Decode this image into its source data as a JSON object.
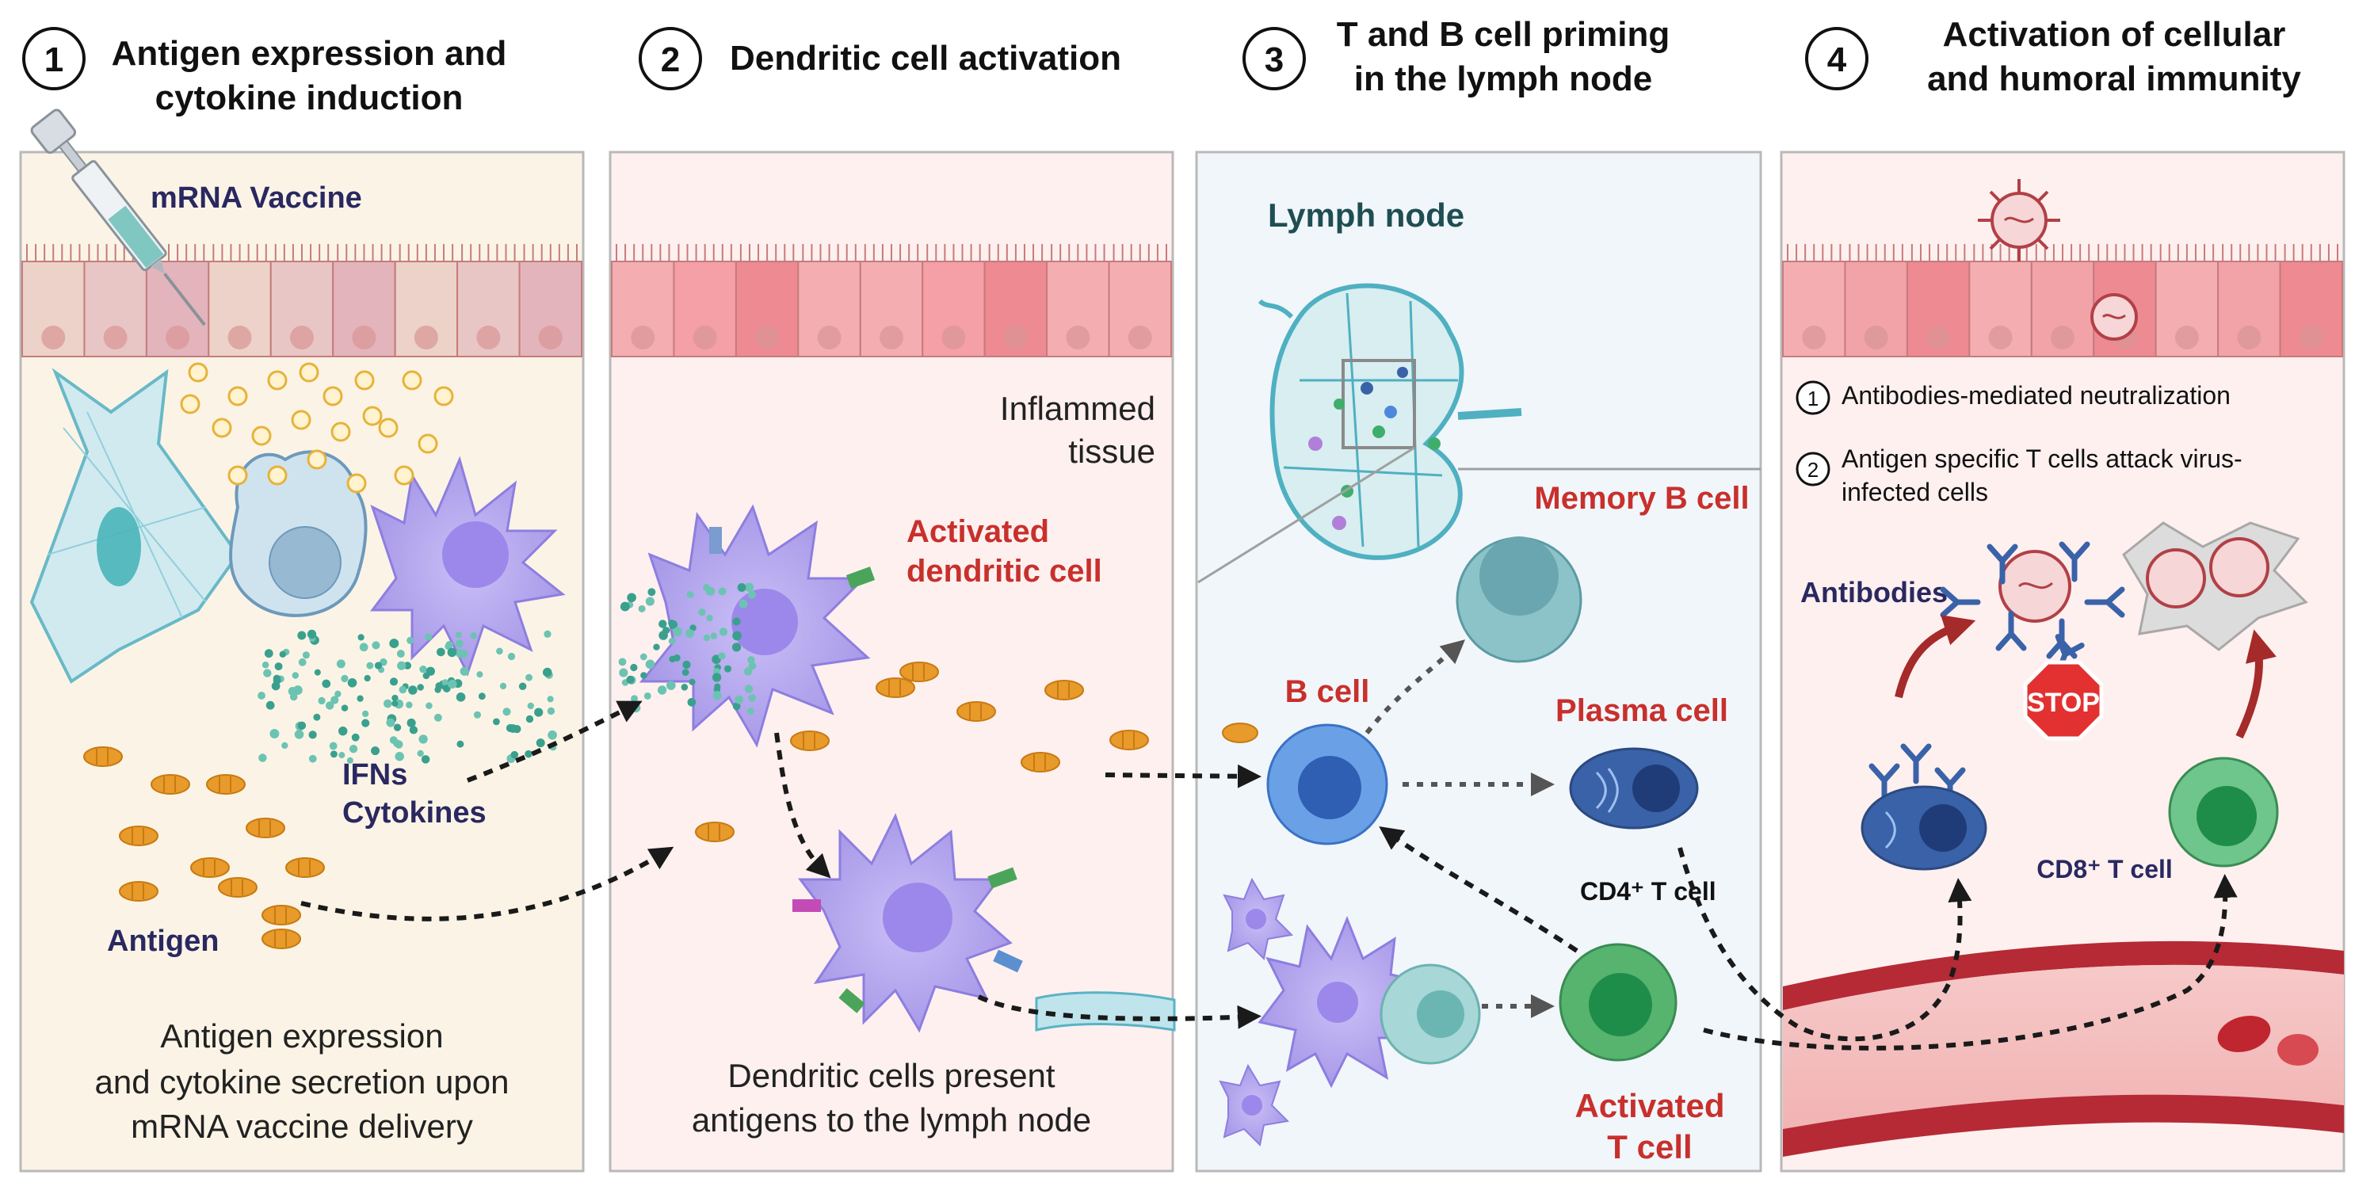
{
  "steps": [
    {
      "num": "1",
      "title": [
        "Antigen expression and",
        "cytokine induction"
      ]
    },
    {
      "num": "2",
      "title": [
        "Dendritic cell activation"
      ]
    },
    {
      "num": "3",
      "title": [
        "T and B cell priming",
        "in the lymph node"
      ]
    },
    {
      "num": "4",
      "title": [
        "Activation of cellular",
        "and humoral  immunity"
      ]
    }
  ],
  "panel1": {
    "vaccine_label": "mRNA Vaccine",
    "ifns_label": "IFNs",
    "cytokines_label": "Cytokines",
    "antigen_label": "Antigen",
    "caption": [
      "Antigen expression",
      "and cytokine secretion upon",
      "mRNA vaccine delivery"
    ]
  },
  "panel2": {
    "inflamed_label": [
      "Inflammed",
      "tissue"
    ],
    "activated_dc_label": [
      "Activated",
      "dendritic cell"
    ],
    "caption": [
      "Dendritic cells present",
      "antigens  to the lymph node"
    ]
  },
  "panel3": {
    "lymph_node_label": "Lymph node",
    "memory_b_label": "Memory B cell",
    "b_cell_label": "B cell",
    "plasma_label": "Plasma cell",
    "cd4_label": "CD4⁺ T cell",
    "activated_t_label": [
      "Activated",
      "T cell"
    ]
  },
  "panel4": {
    "points": [
      {
        "num": "1",
        "lines": [
          "Antibodies-mediated neutralization"
        ]
      },
      {
        "num": "2",
        "lines": [
          "Antigen specific T cells attack virus-",
          "infected cells"
        ]
      }
    ],
    "antibodies_label": "Antibodies",
    "stop_label": "STOP",
    "cd8_label": "CD8⁺ T cell"
  },
  "colors": {
    "panel_border": "#b9b9b9",
    "panel1_bg": "#fbf4e6",
    "panel2_bg": "#fdf0ef",
    "panel3_bg": "#f1f6fb",
    "panel4_bg": "#fdf0ef",
    "navy_text": "#2a2860",
    "red_text": "#c8302c",
    "dendritic_cell": "#b9adf2",
    "antigen": "#e89a2a",
    "b_cell": "#4d88db",
    "t_cell": "#3fae6a",
    "plasma_cell": "#3a62a8",
    "memory_b_cell": "#8cc3c9",
    "blood_vessel": "#b52a35"
  }
}
